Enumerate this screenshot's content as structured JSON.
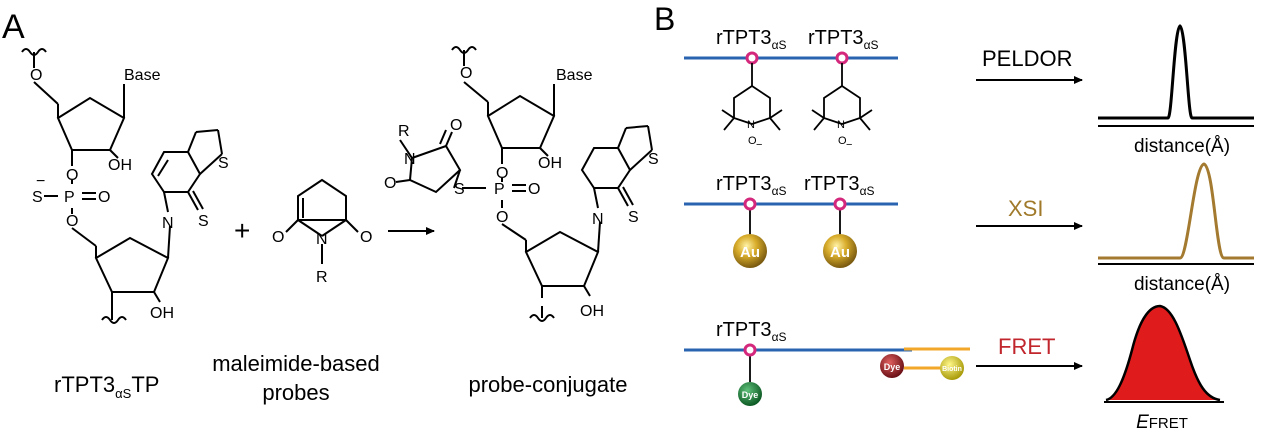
{
  "panelA": {
    "letter": "A",
    "plus": "+",
    "base_label": "Base",
    "oh_label": "OH",
    "s_label": "S",
    "p_label": "P",
    "o_label": "O",
    "n_label": "N",
    "r_label": "R",
    "minus": "−",
    "caption_tp_main": "rTPT3",
    "caption_tp_sub": "αS",
    "caption_tp_end": "TP",
    "caption_probes_line1": "maleimide-based",
    "caption_probes_line2": "probes",
    "caption_conjugate": "probe-conjugate"
  },
  "panelB": {
    "letter": "B",
    "label_main": "rTPT3",
    "label_sub": "αS",
    "nitroxide_n": "N",
    "nitroxide_o": "O",
    "nitroxide_charge": "−",
    "au_label": "Au",
    "dye_label": "Dye",
    "biotin_label": "Biotin",
    "methods": [
      {
        "name": "PELDOR",
        "color": "#000000"
      },
      {
        "name": "XSI",
        "color": "#a07a2a"
      },
      {
        "name": "FRET",
        "color": "#c0262c"
      }
    ],
    "xlabel_distance": "distance(Å)",
    "xlabel_fret_main": "E",
    "xlabel_fret_sub": "FRET"
  },
  "colors": {
    "dna": "#2a64b0",
    "site": "#d4287c",
    "gold": "#c9a227",
    "dye_green": "#1f7a36",
    "dye_red": "#a31f26",
    "biotin": "#d8c21a",
    "strand": "#f2a72a",
    "xsi_peak": "#a37a2f",
    "fret_fill": "#e01b1b"
  }
}
